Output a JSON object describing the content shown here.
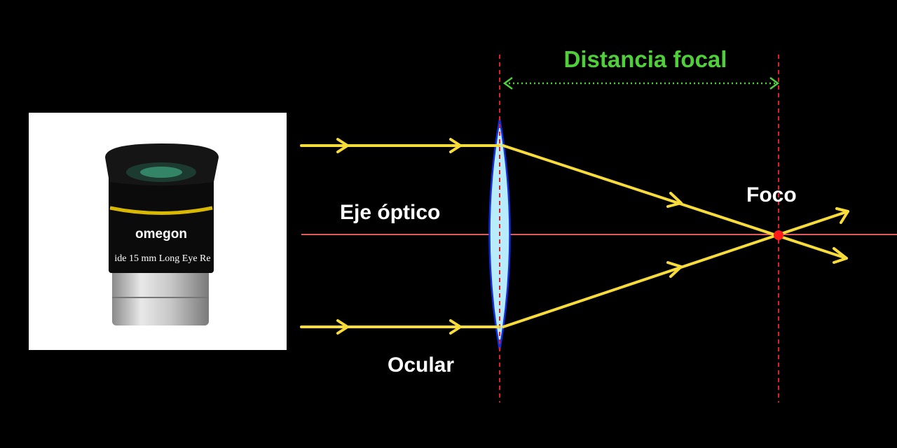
{
  "title": "Distancia focal",
  "labels": {
    "axis": "Eje óptico",
    "focus": "Foco",
    "eyepiece": "Ocular"
  },
  "photo": {
    "brand": "omegon",
    "engraving": "ide 15 mm  Long Eye Re"
  },
  "colors": {
    "background": "#000000",
    "ray": "#f7dc3a",
    "title": "#4fcf3a",
    "axis": "#e05a5a",
    "dashed": "#e02020",
    "lens_fill": "#b8ecfa",
    "lens_edge": "#1030e0",
    "focus_dot": "#ff1a1a"
  }
}
